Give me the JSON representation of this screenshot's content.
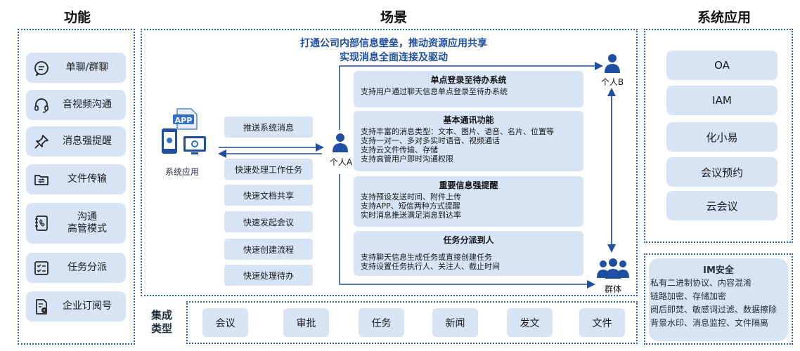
{
  "headers": {
    "features": "功能",
    "scenario": "场景",
    "sys_apps": "系统应用"
  },
  "features": [
    {
      "label": "单聊/群聊",
      "icon": "chat-bubble-icon"
    },
    {
      "label": "音视频沟通",
      "icon": "headset-icon"
    },
    {
      "label": "消息强提醒",
      "icon": "pushpin-icon"
    },
    {
      "label": "文件传输",
      "icon": "folder-transfer-icon"
    },
    {
      "label": "沟通\n高管模式",
      "icon": "notebook-phone-icon"
    },
    {
      "label": "任务分派",
      "icon": "checklist-icon"
    },
    {
      "label": "企业订阅号",
      "icon": "subscription-doc-icon"
    }
  ],
  "scenario": {
    "title_line1": "打通公司内部信息壁垒，推动资源应用共享",
    "title_line2": "实现消息全面连接及驱动",
    "system_app_label": "系统应用",
    "app_badge": "APP",
    "person_a": "个人A",
    "person_b": "个人B",
    "group": "群体",
    "quick_actions": [
      "推送系统消息",
      "快速处理工作任务",
      "快速文档共享",
      "快速发起会议",
      "快速创建流程",
      "快速处理待办"
    ],
    "cards": [
      {
        "title": "单点登录至待办系统",
        "lines": [
          "支持用户通过聊天信息单点登录至待办系统"
        ]
      },
      {
        "title": "基本通讯功能",
        "lines": [
          "支持丰富的消息类型：文本、图片、语音、名片、位置等",
          "支持一对一、多对多实时语音、视频通话",
          "支持云文件传输、存储",
          "支持高管用户即时沟通权限"
        ]
      },
      {
        "title": "重要信息强提醒",
        "lines": [
          "支持预设发送时间、附件上传",
          "支持APP、短信两种方式提醒",
          "实时消息推送满足消息到达率"
        ]
      },
      {
        "title": "任务分派到人",
        "lines": [
          "支持聊天信息生成任务或直接创建任务",
          "支持设置任务执行人、关注人、截止时间"
        ]
      }
    ]
  },
  "sys_apps": [
    "OA",
    "IAM",
    "化小易",
    "会议预约",
    "云会议"
  ],
  "im_security": {
    "title": "IM安全",
    "lines": [
      "私有二进制协议、内容混淆",
      "链路加密、存储加密",
      "阅后即焚、敏感词过滤、数据擦除",
      "背景水印、消息监控、文件隔离"
    ]
  },
  "integration": {
    "label": "集成\n类型",
    "types": [
      "会议",
      "审批",
      "任务",
      "新闻",
      "发文",
      "文件"
    ]
  },
  "colors": {
    "accent": "#2b62b8",
    "box_fill": "#d6e4f6",
    "arrow": "#1f4fa3",
    "person": "#1f4fa3"
  }
}
